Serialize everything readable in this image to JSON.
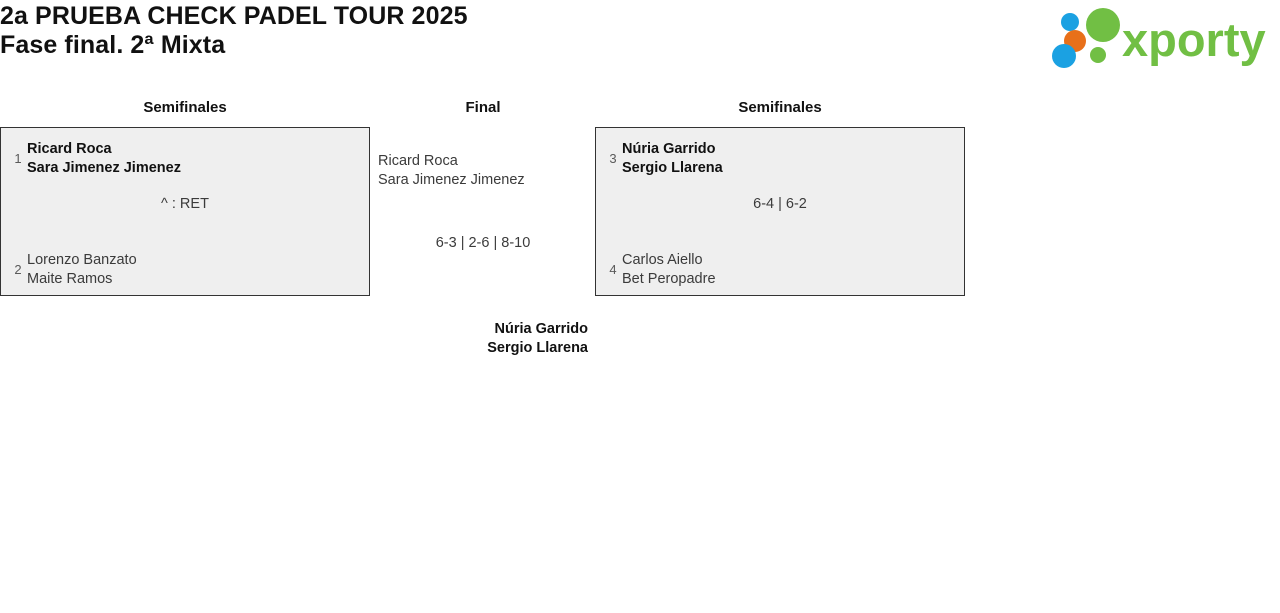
{
  "header": {
    "title_line1": "2a PRUEBA CHECK PADEL TOUR 2025",
    "title_line2": "Fase final. 2ª Mixta",
    "logo_text": "xporty",
    "logo_colors": {
      "green": "#71bf44",
      "blue": "#1ba1e2",
      "orange": "#e8701a"
    }
  },
  "bracket": {
    "rounds": [
      {
        "id": "semifinals-left",
        "label": "Semifinales"
      },
      {
        "id": "final",
        "label": "Final"
      },
      {
        "id": "semifinals-right",
        "label": "Semifinales"
      }
    ],
    "semifinal_left": {
      "score": "^ : RET",
      "team_top": {
        "seed": "1",
        "player1": "Ricard Roca",
        "player2": "Sara Jimenez Jimenez",
        "winner": true
      },
      "team_bottom": {
        "seed": "2",
        "player1": "Lorenzo Banzato",
        "player2": "Maite Ramos",
        "winner": false
      }
    },
    "semifinal_right": {
      "score": "6-4 | 6-2",
      "team_top": {
        "seed": "3",
        "player1": "Núria Garrido",
        "player2": "Sergio Llarena",
        "winner": true
      },
      "team_bottom": {
        "seed": "4",
        "player1": "Carlos Aiello",
        "player2": "Bet Peropadre",
        "winner": false
      }
    },
    "final": {
      "score": "6-3 | 2-6 | 8-10",
      "team_top": {
        "player1": "Ricard Roca",
        "player2": "Sara Jimenez Jimenez",
        "winner": false
      },
      "champion": {
        "player1": "Núria Garrido",
        "player2": "Sergio Llarena",
        "winner": true
      }
    }
  }
}
